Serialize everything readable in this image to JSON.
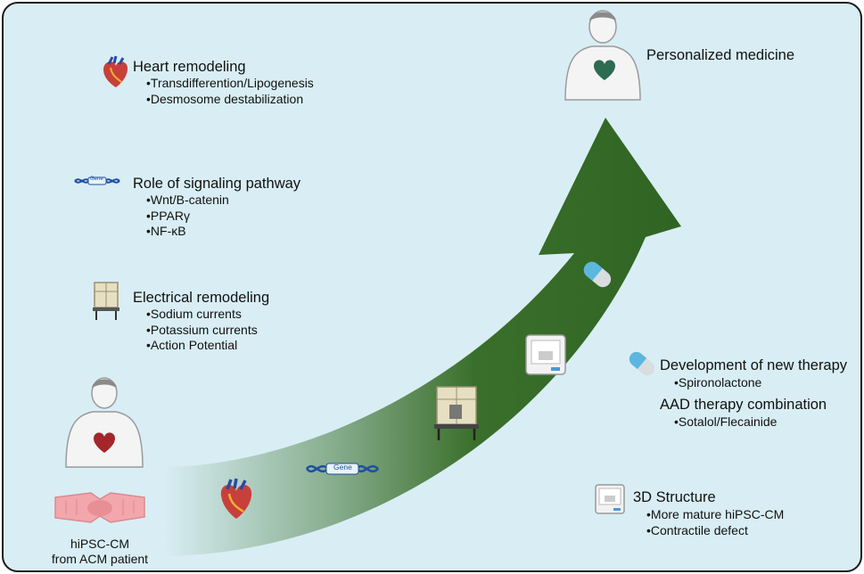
{
  "left": [
    {
      "title": "Heart remodeling",
      "icon": "heart-icon",
      "items": [
        "Transdifferention/Lipogenesis",
        "Desmosome destabilization"
      ]
    },
    {
      "title": "Role of signaling pathway",
      "icon": "dna-gene-icon",
      "items": [
        "Wnt/B-catenin",
        "PPARγ",
        "NF-κB"
      ]
    },
    {
      "title": "Electrical remodeling",
      "icon": "patch-clamp-rig-icon",
      "items": [
        "Sodium currents",
        "Potassium currents",
        "Action Potential"
      ]
    }
  ],
  "right": {
    "personalized": "Personalized medicine",
    "therapy": {
      "title": "Development of new therapy",
      "items": [
        "Spironolactone"
      ],
      "icon": "pill-icon"
    },
    "aad": {
      "title": "AAD therapy combination",
      "items": [
        "Sotalol/Flecainide"
      ]
    },
    "structure": {
      "title": "3D Structure",
      "icon": "3d-printer-icon",
      "items": [
        "More mature hiPSC-CM",
        "Contractile defect"
      ]
    }
  },
  "patient": {
    "line1": "hiPSC-CM",
    "line2": "from ACM patient"
  },
  "gene_label": "Gene",
  "colors": {
    "background": "#d8eef4",
    "arrow": "#3a6f2b",
    "heart": "#a3272a",
    "heart_green": "#2d6b52",
    "tissue": "#f2a7ad"
  }
}
